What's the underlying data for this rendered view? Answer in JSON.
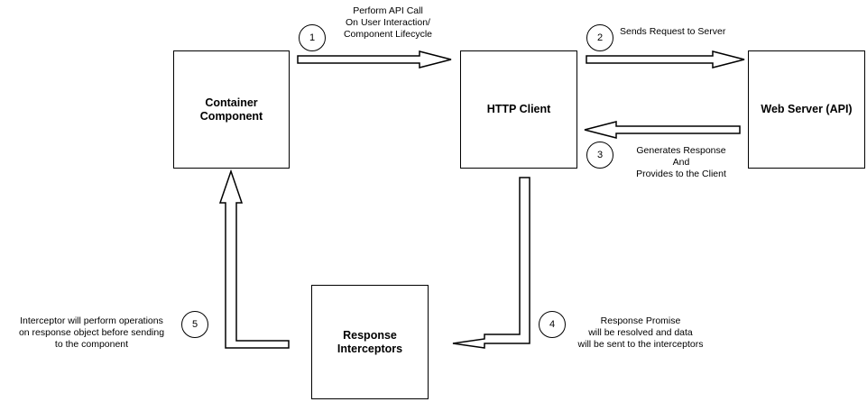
{
  "nodes": {
    "container": [
      "Container",
      "Component"
    ],
    "http_client": [
      "HTTP Client"
    ],
    "web_server": [
      "Web Server (API)"
    ],
    "interceptors": [
      "Response",
      "Interceptors"
    ]
  },
  "steps": [
    {
      "number": "1",
      "label": [
        "Perform API Call",
        "On User Interaction/",
        "Component Lifecycle"
      ]
    },
    {
      "number": "2",
      "label": [
        "Sends Request to Server"
      ]
    },
    {
      "number": "3",
      "label": [
        "Generates Response",
        "And",
        "Provides to the Client"
      ]
    },
    {
      "number": "4",
      "label": [
        "Response Promise",
        "will be resolved and data",
        "will be sent to the interceptors"
      ]
    },
    {
      "number": "5",
      "label": [
        "Interceptor will perform operations",
        "on response object before sending",
        "to the component"
      ]
    }
  ],
  "colors": {
    "stroke": "#000000",
    "fill": "#ffffff"
  }
}
